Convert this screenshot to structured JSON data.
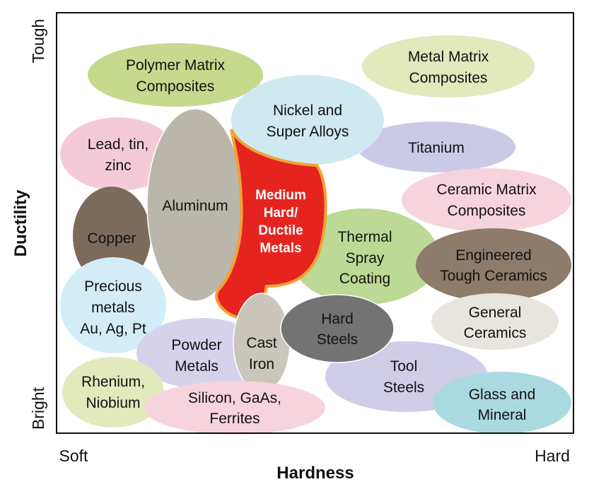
{
  "axes": {
    "x_title": "Hardness",
    "x_low": "Soft",
    "x_high": "Hard",
    "y_title": "Ductility",
    "y_low": "Bright",
    "y_high": "Tough"
  },
  "regions": {
    "polymer_matrix": [
      "Polymer Matrix",
      "Composites"
    ],
    "metal_matrix": [
      "Metal Matrix",
      "Composites"
    ],
    "nickel": [
      "Nickel and",
      "Super Alloys"
    ],
    "titanium": [
      "Titanium"
    ],
    "lead": [
      "Lead, tin,",
      "zinc"
    ],
    "aluminum": [
      "Aluminum"
    ],
    "medium": [
      "Medium",
      "Hard/",
      "Ductile",
      "Metals"
    ],
    "ceramic_matrix": [
      "Ceramic Matrix",
      "Composites"
    ],
    "thermal": [
      "Thermal",
      "Spray",
      "Coating"
    ],
    "copper": [
      "Copper"
    ],
    "engineered": [
      "Engineered",
      "Tough Ceramics"
    ],
    "precious": [
      "Precious",
      "metals",
      "Au, Ag, Pt"
    ],
    "general": [
      "General",
      "Ceramics"
    ],
    "hard_steels": [
      "Hard",
      "Steels"
    ],
    "powder": [
      "Powder",
      "Metals"
    ],
    "cast_iron": [
      "Cast",
      "Iron"
    ],
    "tool_steels": [
      "Tool",
      "Steels"
    ],
    "glass": [
      "Glass and",
      "Mineral"
    ],
    "rhenium": [
      "Rhenium,",
      "Niobium"
    ],
    "silicon": [
      "Silicon, GaAs,",
      "Ferrites"
    ]
  },
  "colors": {
    "medium_fill": "#e52420",
    "medium_border": "#f2a133"
  }
}
